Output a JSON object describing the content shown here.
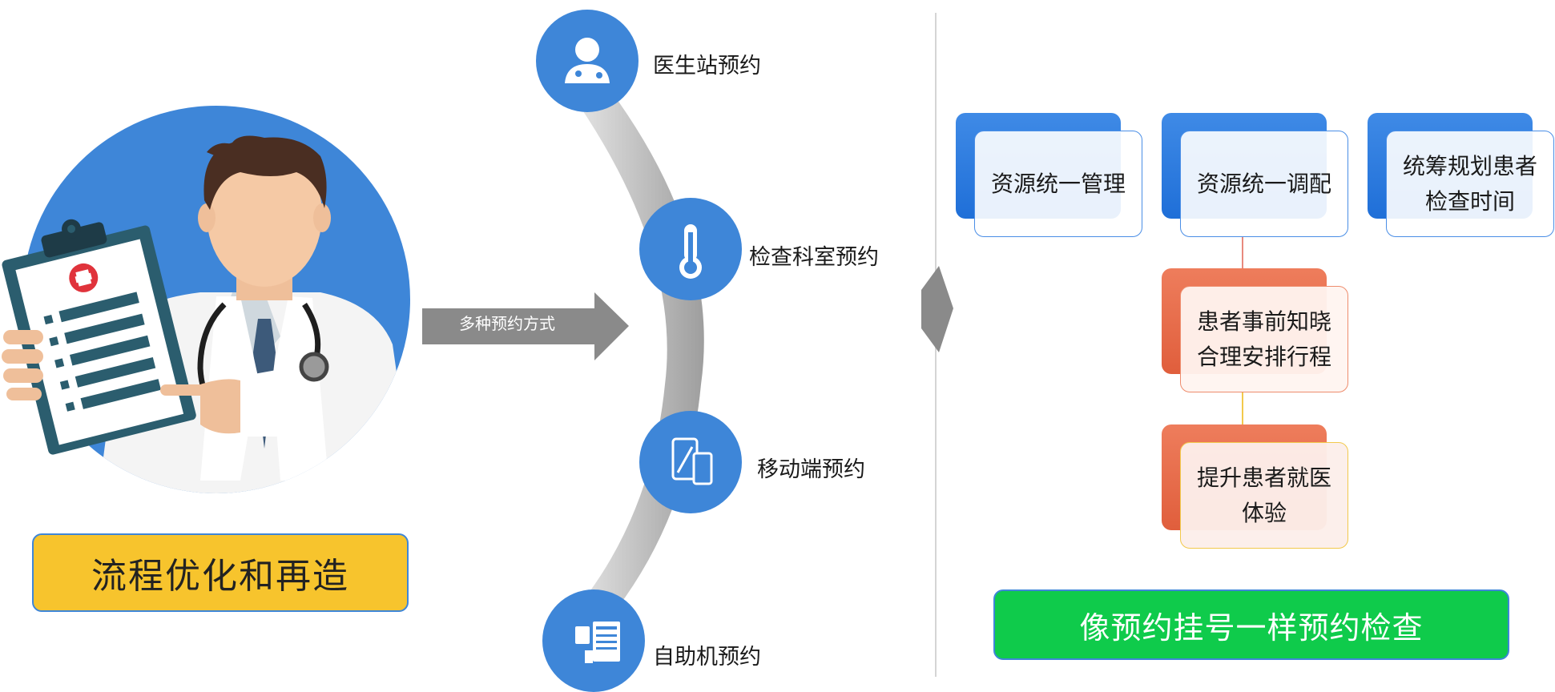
{
  "left": {
    "process_label": "流程优化和再造"
  },
  "middle": {
    "arrow_label": "多种预约方式",
    "channels": [
      {
        "label": "医生站预约",
        "icon": "doctor-icon"
      },
      {
        "label": "检查科室预约",
        "icon": "thermometer-icon"
      },
      {
        "label": "移动端预约",
        "icon": "mobile-devices-icon"
      },
      {
        "label": "自助机预约",
        "icon": "kiosk-icon"
      }
    ]
  },
  "right": {
    "top_boxes": [
      "资源统一管理",
      "资源统一调配",
      "统筹规划患者检查时间"
    ],
    "top_box_3_lines": [
      "统筹规划患者",
      "检查时间"
    ],
    "mid_box_lines": [
      "患者事前知晓",
      "合理安排行程"
    ],
    "bottom_box_lines": [
      "提升患者就医",
      "体验"
    ],
    "banner": "像预约挂号一样预约检查"
  },
  "colors": {
    "primary_blue": "#3e86d8",
    "accent_orange": "#e86a47",
    "label_yellow": "#f7c42d",
    "banner_green": "#0fcb4b",
    "arrow_gray": "#8a8a8a"
  }
}
